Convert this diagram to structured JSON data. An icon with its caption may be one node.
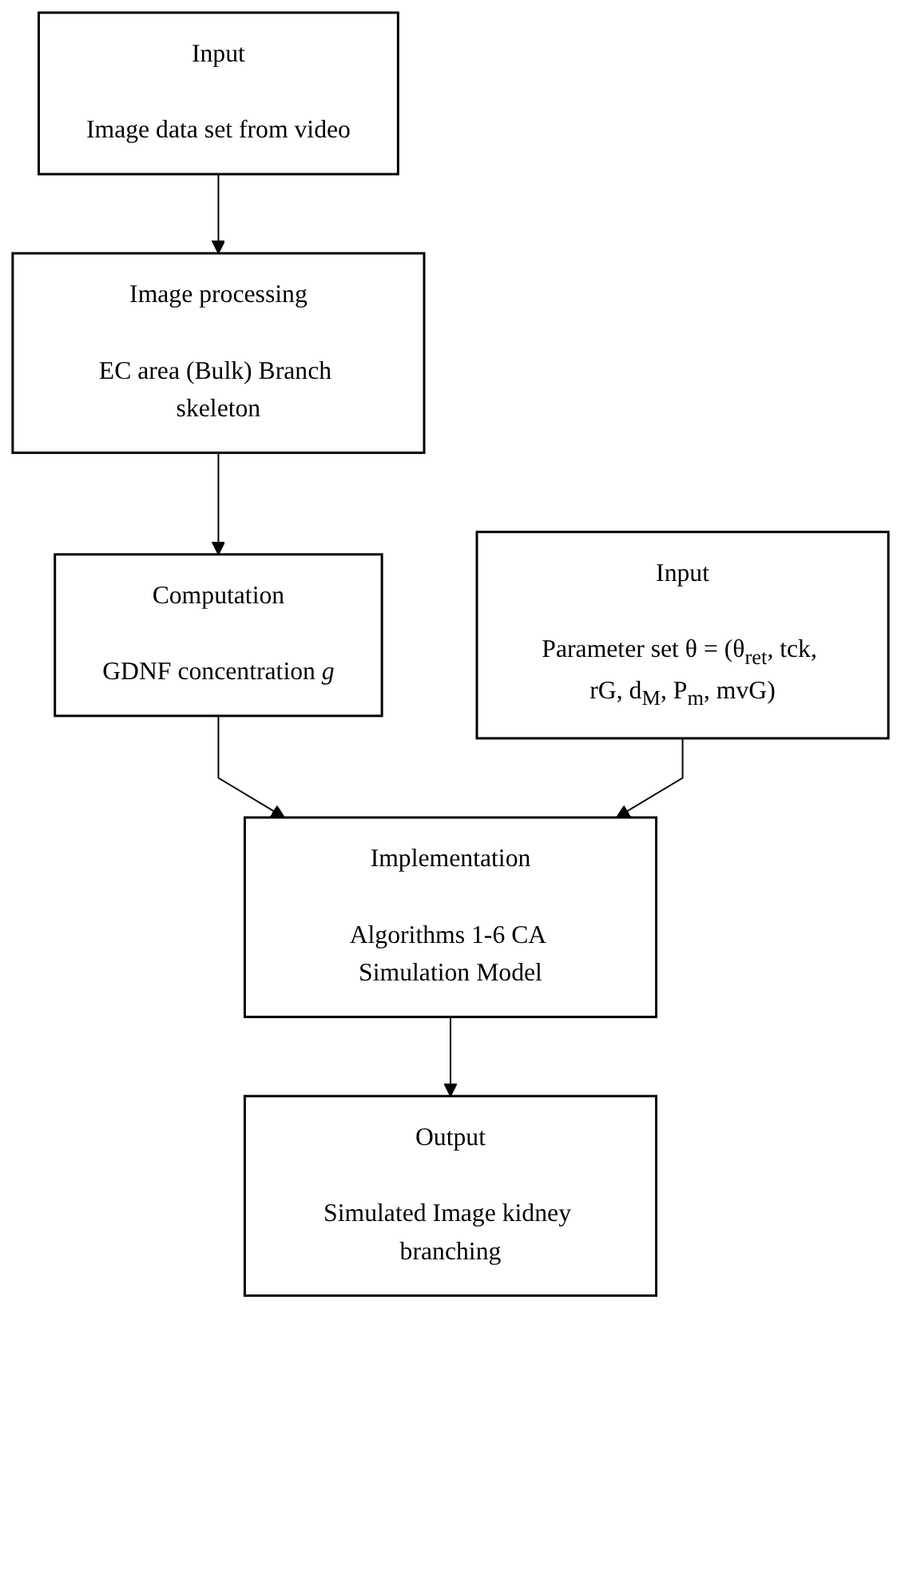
{
  "diagram": {
    "nodes": [
      {
        "text": [
          "Input",
          "Image data set from video"
        ]
      },
      {
        "text": [
          "Input",
          "Parameter set θ = (θ$_{ret}$, tck, rG, d$_{M}$, P$_{m}$, mvG)"
        ]
      },
      {
        "text": [
          "Image processing",
          "EC area (Bulk) Branch skeleton"
        ]
      },
      {
        "text": [
          "Computation",
          "GDNF concentration *g*"
        ]
      },
      {
        "text": [
          "Implementation",
          "Algorithms 1-6 CA Simulation Model"
        ]
      },
      {
        "text": [
          "Output",
          "Simulated Image kidney branching"
        ]
      }
    ],
    "edges": [
      {
        "from": 0,
        "to": 2,
        "arrow": "to"
      },
      {
        "from": 2,
        "to": 3,
        "arrow": "to"
      },
      {
        "from": 3,
        "to": 4,
        "arrow": "to"
      },
      {
        "from": 1,
        "to": 4,
        "arrow": "to"
      },
      {
        "from": 4,
        "to": 5,
        "arrow": "to"
      }
    ]
  }
}
